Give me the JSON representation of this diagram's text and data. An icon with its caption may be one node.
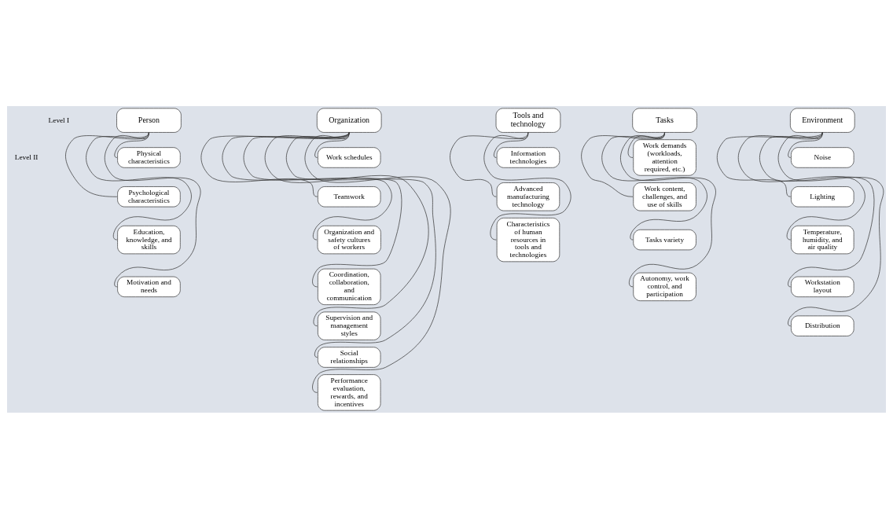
{
  "diagram": {
    "nodes": [
      {
        "text": [
          "Person"
        ]
      },
      {
        "text": [
          "Organization"
        ]
      },
      {
        "text": [
          "Tools and technology"
        ]
      },
      {
        "text": [
          "Tasks"
        ]
      },
      {
        "text": [
          "Environment"
        ]
      },
      {
        "text": [
          "Physical characteristics"
        ]
      },
      {
        "text": [
          "Psychological characteristics"
        ]
      },
      {
        "text": [
          "Education, knowledge, and skills"
        ]
      },
      {
        "text": [
          "Motivation and needs"
        ]
      },
      {
        "text": [
          "Work schedules"
        ]
      },
      {
        "text": [
          "Teamwork"
        ]
      },
      {
        "text": [
          "Organization and safety cultures of workers"
        ]
      },
      {
        "text": [
          "Coordination, collaboration, and communication"
        ]
      },
      {
        "text": [
          "Supervision and management styles"
        ]
      },
      {
        "text": [
          "Social relationships"
        ]
      },
      {
        "text": [
          "Performance evaluation, rewards, and incentives"
        ]
      },
      {
        "text": [
          "Information technologies"
        ]
      },
      {
        "text": [
          "Advanced manufacturing technology"
        ]
      },
      {
        "text": [
          "Characteristics of human resources in tools and technologies"
        ]
      },
      {
        "text": [
          "Work demands (workloads, attention required, etc.)"
        ]
      },
      {
        "text": [
          "Work content, challenges, and use of skills"
        ]
      },
      {
        "text": [
          "Tasks variety"
        ]
      },
      {
        "text": [
          "Autonomy, work control, and participation"
        ]
      },
      {
        "text": [
          "Noise"
        ]
      },
      {
        "text": [
          "Lighting"
        ]
      },
      {
        "text": [
          "Temperature, humidity, and air quality"
        ]
      },
      {
        "text": [
          "Workstation layout"
        ]
      },
      {
        "text": [
          "Distribution"
        ]
      }
    ],
    "edges": [
      {
        "from": 0,
        "to": 5,
        "arrow": "none"
      },
      {
        "from": 0,
        "to": 6,
        "arrow": "none"
      },
      {
        "from": 0,
        "to": 7,
        "arrow": "none"
      },
      {
        "from": 0,
        "to": 8,
        "arrow": "none"
      },
      {
        "from": 1,
        "to": 9,
        "arrow": "none"
      },
      {
        "from": 1,
        "to": 10,
        "arrow": "none"
      },
      {
        "from": 1,
        "to": 11,
        "arrow": "none"
      },
      {
        "from": 1,
        "to": 12,
        "arrow": "none"
      },
      {
        "from": 1,
        "to": 13,
        "arrow": "none"
      },
      {
        "from": 1,
        "to": 14,
        "arrow": "none"
      },
      {
        "from": 1,
        "to": 15,
        "arrow": "none"
      },
      {
        "from": 2,
        "to": 16,
        "arrow": "none"
      },
      {
        "from": 2,
        "to": 17,
        "arrow": "none"
      },
      {
        "from": 2,
        "to": 18,
        "arrow": "none"
      },
      {
        "from": 3,
        "to": 19,
        "arrow": "none"
      },
      {
        "from": 3,
        "to": 20,
        "arrow": "none"
      },
      {
        "from": 3,
        "to": 21,
        "arrow": "none"
      },
      {
        "from": 3,
        "to": 22,
        "arrow": "none"
      },
      {
        "from": 4,
        "to": 23,
        "arrow": "none"
      },
      {
        "from": 4,
        "to": 24,
        "arrow": "none"
      },
      {
        "from": 4,
        "to": 25,
        "arrow": "none"
      },
      {
        "from": 4,
        "to": 26,
        "arrow": "none"
      },
      {
        "from": 4,
        "to": 27,
        "arrow": "none"
      }
    ],
    "labels": [
      "Level I",
      "Level II"
    ]
  }
}
